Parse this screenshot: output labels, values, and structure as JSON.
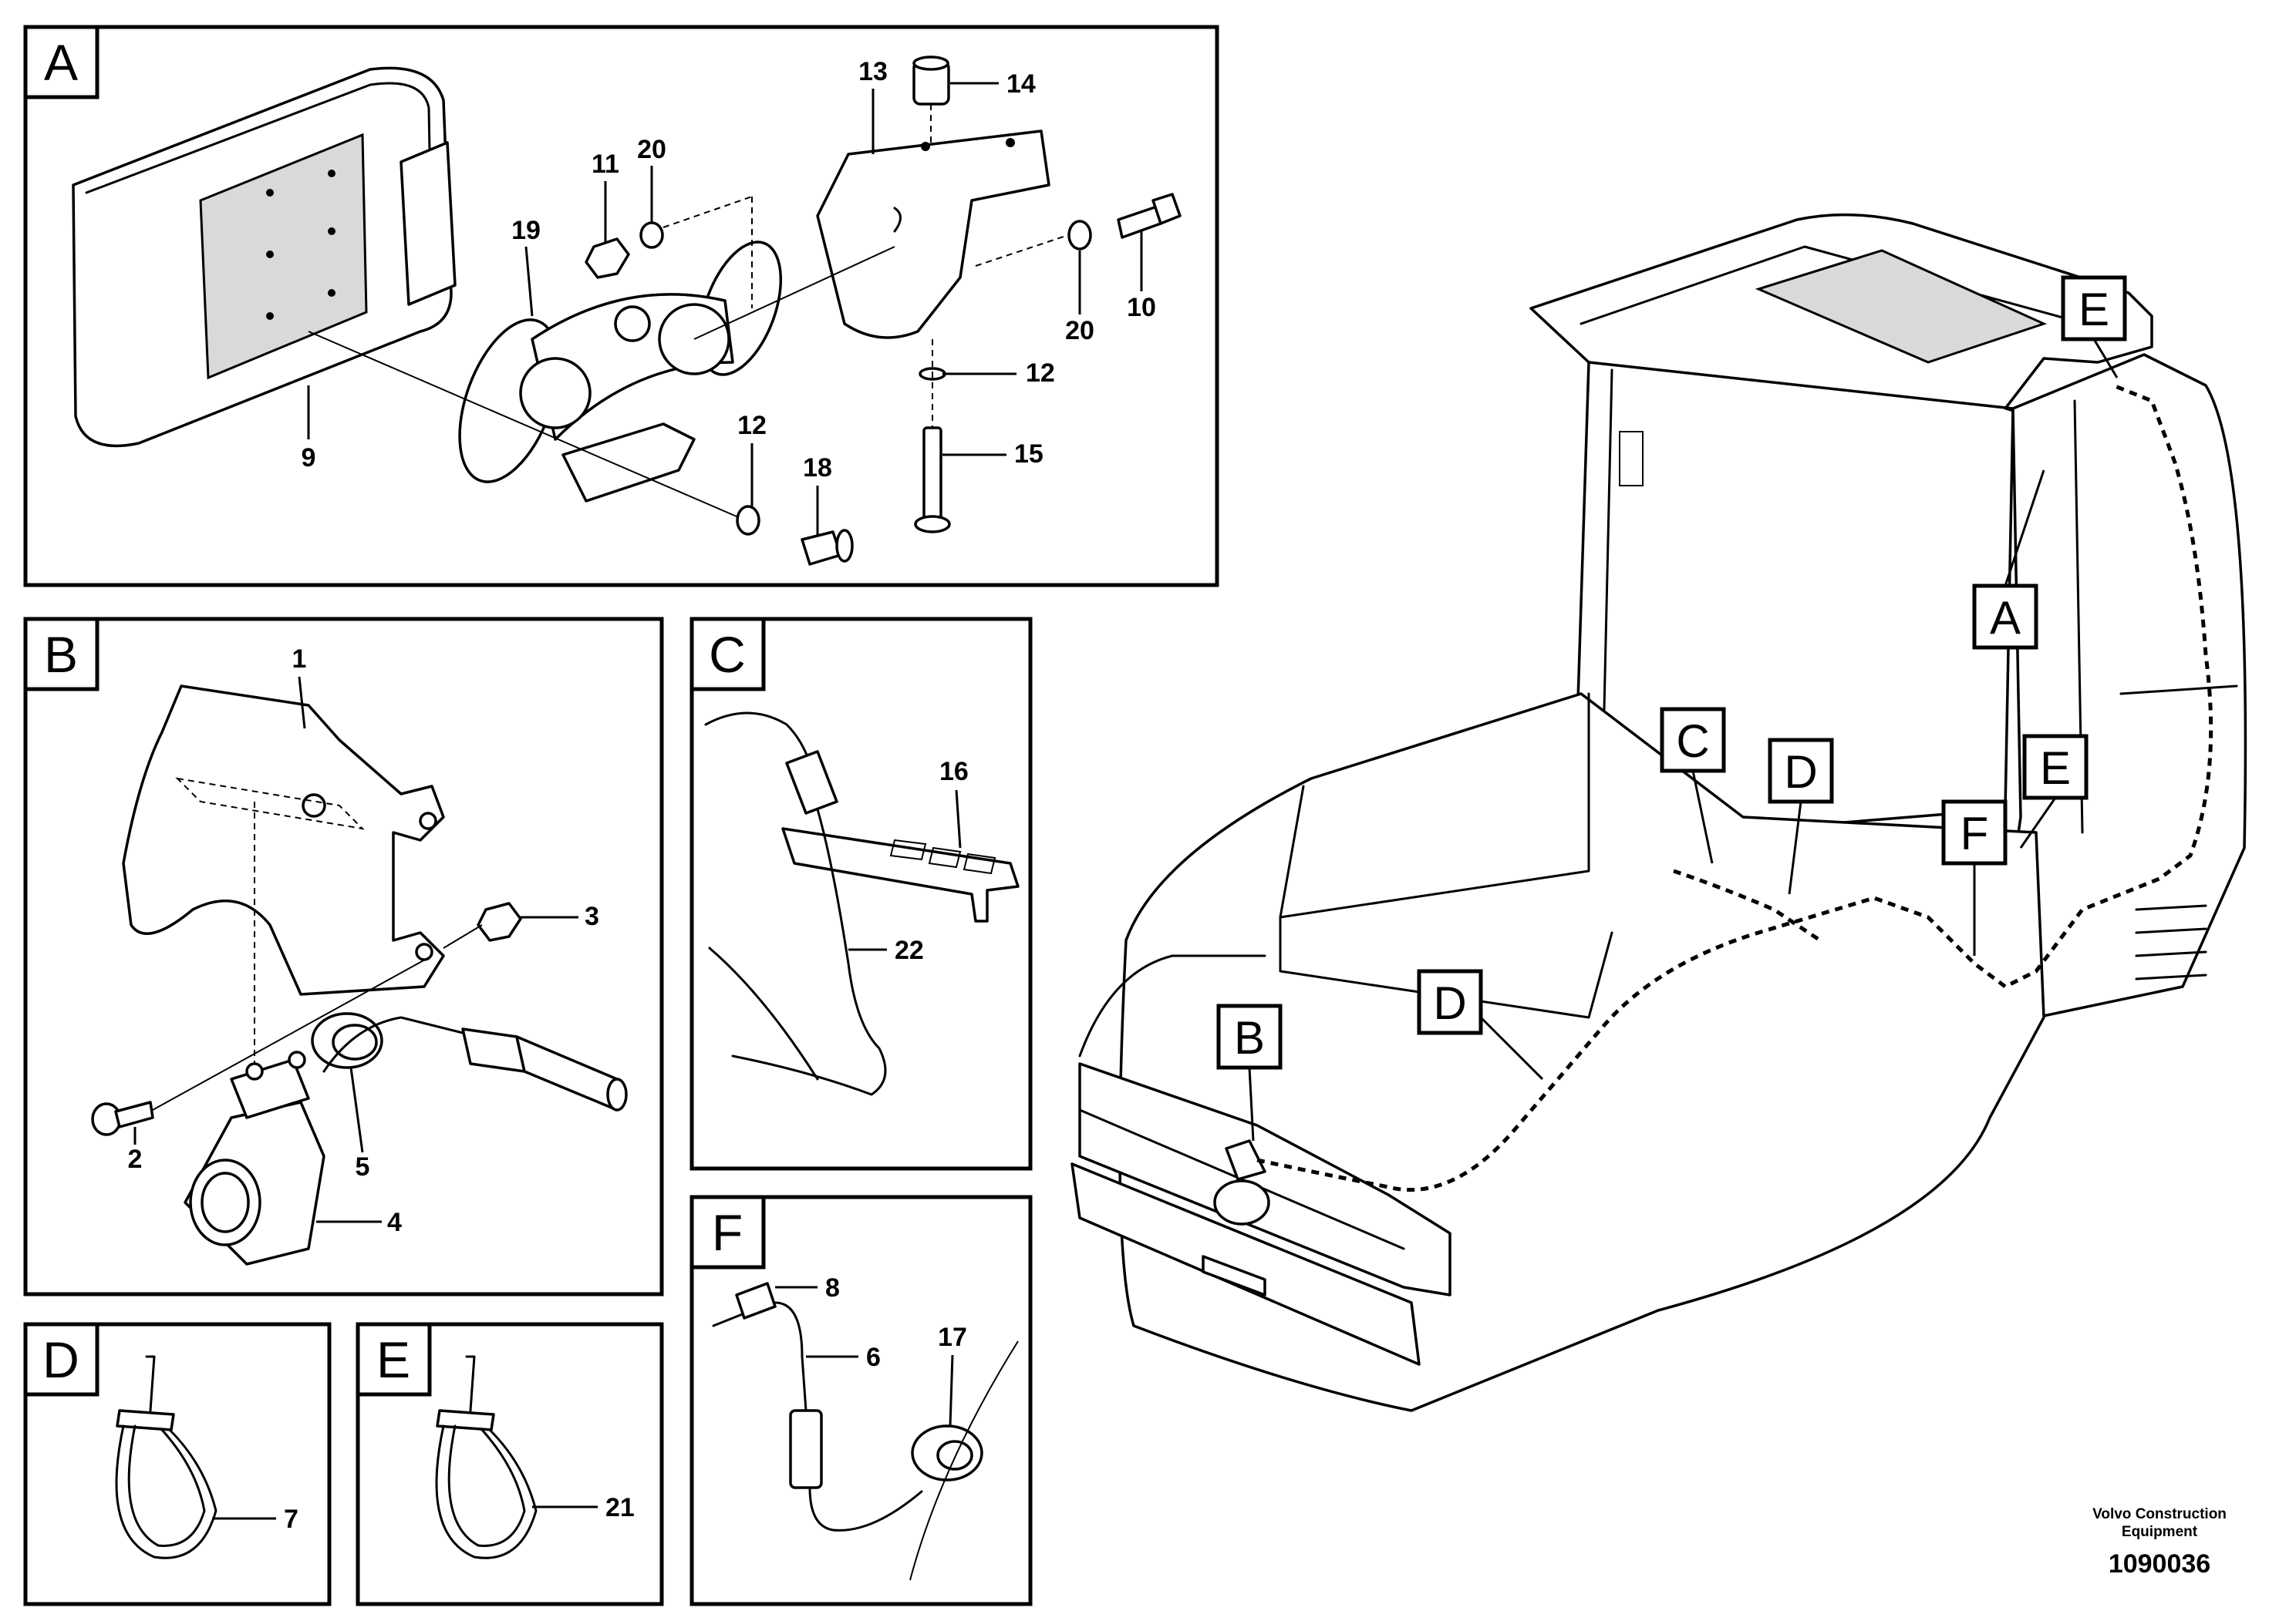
{
  "panels": [
    {
      "id": "A",
      "label": "A"
    },
    {
      "id": "B",
      "label": "B"
    },
    {
      "id": "C",
      "label": "C"
    },
    {
      "id": "D",
      "label": "D"
    },
    {
      "id": "E",
      "label": "E"
    },
    {
      "id": "F",
      "label": "F"
    }
  ],
  "parts": {
    "p1": "1",
    "p2": "2",
    "p3": "3",
    "p4": "4",
    "p5": "5",
    "p6": "6",
    "p7": "7",
    "p8": "8",
    "p9": "9",
    "p10": "10",
    "p11": "11",
    "p12a": "12",
    "p12b": "12",
    "p13": "13",
    "p14": "14",
    "p15": "15",
    "p16": "16",
    "p17": "17",
    "p18": "18",
    "p19": "19",
    "p20a": "20",
    "p20b": "20",
    "p21": "21",
    "p22": "22"
  },
  "machine_callouts": {
    "A": "A",
    "B": "B",
    "C": "C",
    "D1": "D",
    "D2": "D",
    "E1": "E",
    "E2": "E",
    "F": "F"
  },
  "footer": {
    "company_line1": "Volvo Construction",
    "company_line2": "Equipment",
    "drawing_number": "1090036"
  }
}
